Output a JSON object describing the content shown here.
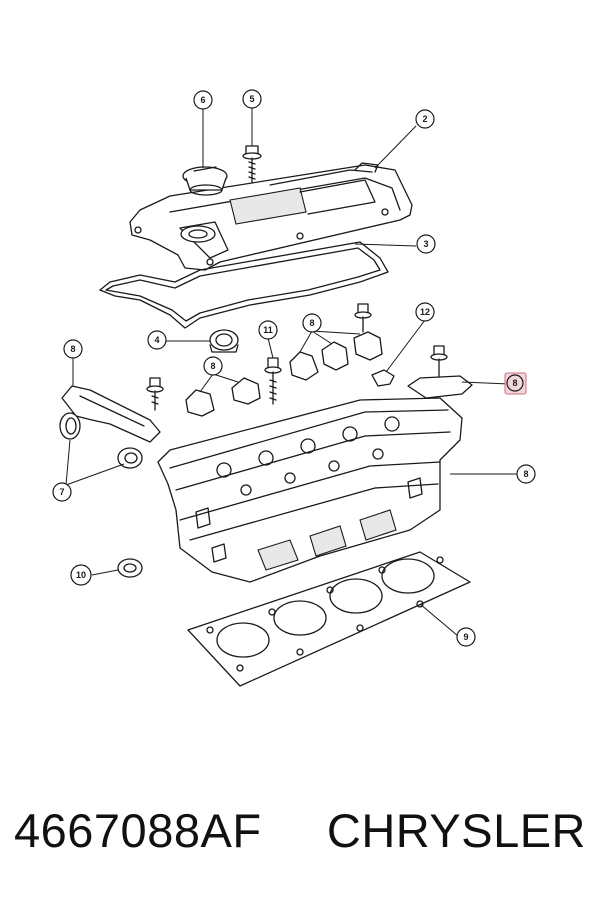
{
  "caption": {
    "part_number": "4667088AF",
    "brand": "CHRYSLER"
  },
  "callouts": [
    {
      "id": "c6",
      "label": "6"
    },
    {
      "id": "c5",
      "label": "5"
    },
    {
      "id": "c2",
      "label": "2"
    },
    {
      "id": "c3",
      "label": "3"
    },
    {
      "id": "c4",
      "label": "4"
    },
    {
      "id": "c11",
      "label": "11"
    },
    {
      "id": "c8a",
      "label": "8"
    },
    {
      "id": "c12",
      "label": "12"
    },
    {
      "id": "c8b",
      "label": "8"
    },
    {
      "id": "c8c",
      "label": "8"
    },
    {
      "id": "c8d",
      "label": "8"
    },
    {
      "id": "c8e",
      "label": "8"
    },
    {
      "id": "c7",
      "label": "7"
    },
    {
      "id": "c10",
      "label": "10"
    },
    {
      "id": "c9",
      "label": "9"
    }
  ],
  "colors": {
    "highlight": "#f3d6dc",
    "line": "#1a1a1a"
  }
}
